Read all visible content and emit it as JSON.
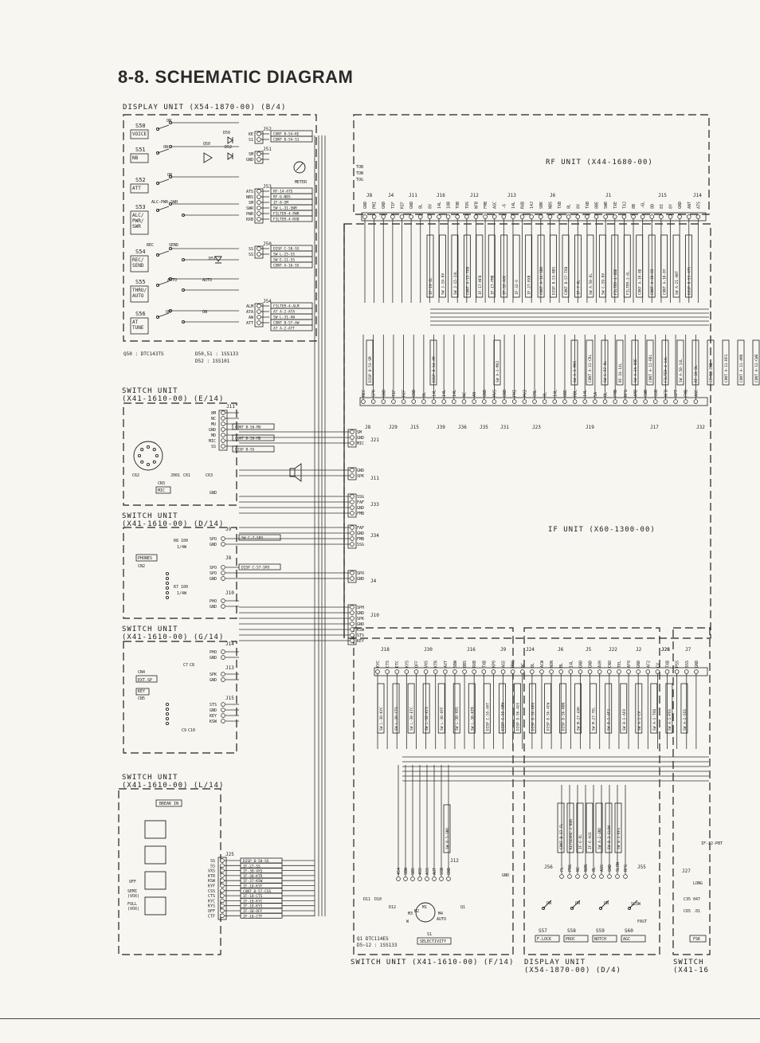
{
  "title": "8-8. SCHEMATIC DIAGRAM",
  "units": {
    "display_b4": "DISPLAY UNIT (X54-1870-00) (B/4)",
    "rf": "RF UNIT (X44-1680-00)",
    "switch_e14": "SWITCH UNIT\n(X41-1610-00) (E/14)",
    "switch_d14": "SWITCH UNIT\n(X41-1610-00) (D/14)",
    "switch_g14": "SWITCH UNIT\n(X41-1610-00) (G/14)",
    "switch_l14": "SWITCH UNIT\n(X41-1610-00) (L/14)",
    "if_unit": "IF UNIT (X60-1300-00)",
    "switch_f14": "SWITCH UNIT (X41-1610-00) (F/14)",
    "display_d4": "DISPLAY UNIT\n(X54-1870-00) (D/4)",
    "switch_cut": "SWITCH\n(X41-16"
  },
  "display_switches": [
    {
      "id": "S50",
      "label": "VOICE"
    },
    {
      "id": "S51",
      "label": "NB"
    },
    {
      "id": "S52",
      "label": "ATT"
    },
    {
      "id": "S53",
      "label": "ALC/\nPWR/\nSWR"
    },
    {
      "id": "S54",
      "label": "REC/\nSEND"
    },
    {
      "id": "S55",
      "label": "THRU/\nAUTO"
    },
    {
      "id": "S56",
      "label": "AT\nTUNE"
    }
  ],
  "display_notes": [
    "Q50 : DTC143TS",
    "D50,51 : 1SS133",
    "D52 : 1SS101"
  ],
  "display_texts": [
    "ON",
    "ON",
    "ON",
    "ALC-PWR-SWR",
    "REC",
    "SEND",
    "AUTO",
    "AUTO",
    "ON",
    "ON",
    "METER",
    "Q50",
    "D50",
    "D52",
    "D51"
  ],
  "display_connectors": [
    {
      "id": "J52",
      "pins": [
        "KE",
        "S1"
      ],
      "wires": [
        "CONT B-54-KE",
        "CONT B-54-S1"
      ]
    },
    {
      "id": "J51",
      "pins": [
        "SM",
        "GND"
      ],
      "wires": []
    },
    {
      "id": "J53",
      "pins": [
        "ATS",
        "NBS",
        "SM",
        "SWR",
        "PWR",
        "RXB"
      ],
      "wires": [
        "RF-14-ATS",
        "RF-6-NBS",
        "IF-8-SM",
        "SW L-31-SWR",
        "FILTER-4-PWR",
        "FILTER-4-RXB"
      ]
    },
    {
      "id": "J50",
      "pins": [
        "SS",
        "SS"
      ],
      "wires": [
        "DISP C-58-SS",
        "SW L-25-SS",
        "SW E-11-SS",
        "CONT A-16-SS"
      ]
    },
    {
      "id": "J54",
      "pins": [
        "ALM",
        "ATA",
        "AW",
        "ATT"
      ],
      "wires": [
        "FILTER-4-ALM",
        "AT A-2-ATA",
        "SW L-31-AW",
        "CONT B-57-AW",
        "AT A-2-ATT"
      ]
    }
  ],
  "rf_connectors": [
    "J8",
    "J4",
    "J11",
    "J16",
    "J12",
    "J13",
    "J6",
    "J1",
    "J15",
    "J14"
  ],
  "rf_pins": [
    "GND",
    "PMI",
    "GND",
    "TIF",
    "RIF",
    "GND",
    "8L",
    "8V",
    "14L",
    "18B",
    "TOB",
    "TOS",
    "NFB",
    "FMB",
    "AGC",
    "-6",
    "14L",
    "RXB",
    "14J",
    "SBK",
    "NBS",
    "TXB",
    "8L",
    "8V",
    "TXB",
    "8BE",
    "SWR",
    "TXE",
    "TXJ",
    "8B",
    "-6L",
    "8D",
    "8I",
    "8Y",
    "GND",
    "ANT",
    "ATS"
  ],
  "rf_wires": [
    "IF-19-8L",
    "SW J-19-8V",
    "SW J-15-14L",
    "CONT A-15-TOB",
    "IF-17-NFB",
    "IF-17-FMB",
    "IF-32-AGC",
    "IF-32-6",
    "IF-27-RXB",
    "CONT A-16-SBK",
    "DISP B-53-NBS",
    "CONT B-57-TXB",
    "IF-7-8L",
    "SW A-50-8L",
    "SW C-59-8V",
    "FILTER-4-8BE",
    "FILTER-2-6L",
    "CONT A-10-8D",
    "CONT A-10-8I",
    "CONT A-10-8Y",
    "SW A-21-ANT",
    "DISP B-53-ATS"
  ],
  "rf_side": [
    "TOB",
    "TON",
    "TOG"
  ],
  "if_top_connectors": [
    "J8",
    "J29",
    "J15",
    "J39",
    "J36",
    "J35",
    "J31",
    "J23",
    "J19",
    "J17",
    "J32"
  ],
  "if_top_pins": [
    "REC",
    "SPK",
    "GND",
    "TIF",
    "RIF",
    "GND",
    "8L",
    "14L",
    "14L",
    "14L",
    "NC",
    "AN",
    "GND",
    "MVS",
    "GND",
    "PMI",
    "MV2",
    "CRL",
    "8L",
    "14L",
    "8BE",
    "RDL",
    "14L",
    "5A",
    "8L",
    "FMB",
    "RFG",
    "AMB",
    "CWB",
    "SSB",
    "NFB",
    "SPT",
    "FMB",
    "AGC"
  ],
  "if_top_wires": [
    "DISP B-53-SM",
    "DISP B-54-AM",
    "SW A-1-MV2",
    "SW A-1-MV5",
    "CONT A-11-CRL",
    "SW C-57-8L",
    "RF-16-14L",
    "SW A-24-8BE",
    "CONT A-11-RDL",
    "FILTER-4-14L",
    "SW A-50-14L",
    "RF-19-8L",
    "RF-12-FMB",
    "CONT A-11-RFG",
    "CONT A-11-AMB",
    "CONT A-11-CWB",
    "CONT A-11-SSB",
    "RF-12-NFB",
    "PLL-2-SPT",
    "SW B-1-FMB",
    "RF-13-AGC",
    "SW B-1-ASS"
  ],
  "if_left_connectors": [
    {
      "id": "J21",
      "pins": [
        "SM",
        "GND",
        "MIC"
      ]
    },
    {
      "id": "J11",
      "pins": [
        "GND",
        "SPK"
      ]
    },
    {
      "id": "J33",
      "pins": [
        "SSG",
        "FAF",
        "GND",
        "FMB"
      ]
    },
    {
      "id": "J34",
      "pins": [
        "FAF",
        "GND",
        "FMB",
        "SSG"
      ]
    },
    {
      "id": "J4",
      "pins": [
        "SPO",
        "GND"
      ]
    },
    {
      "id": "J10",
      "pins": [
        "SPH",
        "GND",
        "SPK",
        "GND",
        "KSW",
        "STS",
        "KEY"
      ]
    }
  ],
  "if_bottom_connectors": [
    "J18",
    "J30",
    "J16",
    "J9",
    "J24",
    "J6",
    "J5",
    "J22",
    "J2",
    "J28",
    "J7"
  ],
  "if_bottom_pins": [
    "KYC",
    "CTS",
    "ETC",
    "KYS",
    "OFF",
    "VXS",
    "KTR",
    "AVT",
    "SBW",
    "8BS",
    "RXB",
    "TXB",
    "KPO",
    "AGS",
    "PRG",
    "NC",
    "8L",
    "ACW",
    "NON",
    "BL",
    "14L",
    "GND",
    "GND",
    "AVH",
    "CNO",
    "TEL",
    "AFO",
    "GND",
    "AF2",
    "CV",
    "TXB",
    "PSS",
    "SSS",
    "GND"
  ],
  "if_bottom_wires": [
    "SW L-30-KYC",
    "SW L-30-CTS",
    "SW L-30-ETC",
    "SW L-30-KYS",
    "SW L-30-OFF",
    "SW L-30-VXS",
    "SW L-30-KTR",
    "DISP C-55-AVT",
    "DISP C-55-SBW",
    "DISP D-56-AGS",
    "DISP D-56-KPO",
    "DISP D-56-ACW",
    "DISP D-56-NON",
    "SW M-27-AVH",
    "SW M-27-TEL",
    "SW B-1-AF2",
    "SW B-1-AFO",
    "SW A-1-CV",
    "SW A-1-TXB",
    "SW A-1-PSS",
    "SW A-1-SSS"
  ],
  "sw_e14": {
    "connector": "J11",
    "pins": [
      "8M",
      "NC",
      "MU",
      "GND",
      "MD",
      "MIC",
      "SS"
    ],
    "wires": [
      "CONT B-56-MU",
      "CONT B-56-MD",
      "DISP B-SS"
    ],
    "parts": [
      "CN3",
      "MIC",
      "C61",
      "C62",
      "C63",
      "J001",
      "GND"
    ]
  },
  "sw_d14": {
    "connectors": [
      "J9",
      "J8",
      "J10"
    ],
    "pins": [
      "SPO",
      "GND",
      "SPO",
      "SPO",
      "GND",
      "PHO",
      "GND"
    ],
    "wires": [
      "SW C-7-SPO",
      "DISP C-57-SPO"
    ],
    "parts": [
      "PHONES",
      "CN2",
      "R8 100",
      "1/4W",
      "R7 100",
      "1/4W"
    ]
  },
  "sw_g14": {
    "connectors": [
      "J14",
      "J13",
      "J15"
    ],
    "pins": [
      "PHO",
      "GND",
      "SPK",
      "GND",
      "STS",
      "GND",
      "KEY",
      "KSW"
    ],
    "parts": [
      "CN4",
      "EXT.SP",
      "KEY",
      "CN5",
      "C7",
      "C8",
      "C9",
      "C10"
    ]
  },
  "sw_l14": {
    "connector": "J25",
    "pins": [
      "SS",
      "SS",
      "VXS",
      "KTR",
      "KSW",
      "KYF",
      "CSS",
      "CTS",
      "KYC",
      "KYS",
      "OFF",
      "CTF"
    ],
    "wires": [
      "DISP B-50-SS",
      "IF-27-SS",
      "IF-30-VXS",
      "IF-30-KTR",
      "IF-37-KSW",
      "IF-18-KYF",
      "CONT B-57-CSS",
      "IF-18-CTS",
      "IF-18-KYC",
      "IF-18-KYS",
      "IF-30-OFF",
      "IF-18-CTF"
    ],
    "texts": [
      "BREAK IN",
      "OFF",
      "SEMI\n(VOX)",
      "FULL\n(VOX)"
    ]
  },
  "sw_f14": {
    "connector": "J12",
    "pins": [
      "4S4",
      "SBW",
      "SBS",
      "4S5",
      "ASS",
      "AUT",
      "SSB",
      "GND"
    ],
    "wire": "SW B-3-GND",
    "parts": [
      "D11",
      "D10",
      "D12",
      "M1",
      "M3",
      "M2",
      "M4",
      "W",
      "Q1",
      "S1",
      "AUTO",
      "SELECTIVITY",
      "GND"
    ],
    "notes": [
      "Q1    DTC114ES",
      "D5~12 : 1SS133"
    ]
  },
  "disp_d4": {
    "connectors": [
      "J56",
      "J55"
    ],
    "pins": [
      "FL",
      "PRG",
      "NC",
      "NON",
      "8L",
      "AGS",
      "GND",
      "SLOW",
      "RFG"
    ],
    "wires": [
      "CONT B-57-FL",
      "KEYBOARD-3-NON",
      "IF-6-8L",
      "IF-6-AGS",
      "SW A-2-GND",
      "SW B-3-SLOW",
      "SW B-3-RFG"
    ],
    "switches": [
      {
        "id": "S57",
        "label": "F.LOCK"
      },
      {
        "id": "S58",
        "label": "PROC"
      },
      {
        "id": "S59",
        "label": "NOTCH"
      },
      {
        "id": "S60",
        "label": "AGC"
      }
    ],
    "texts": [
      "ON",
      "ON",
      "ON",
      "SLOW",
      "FAST"
    ]
  },
  "right_edge": {
    "connectors": [
      "J27",
      "J28"
    ],
    "parts": [
      "LONG",
      "C35 047",
      "C65 .01",
      "FSK",
      "IF-22-PBT"
    ]
  }
}
